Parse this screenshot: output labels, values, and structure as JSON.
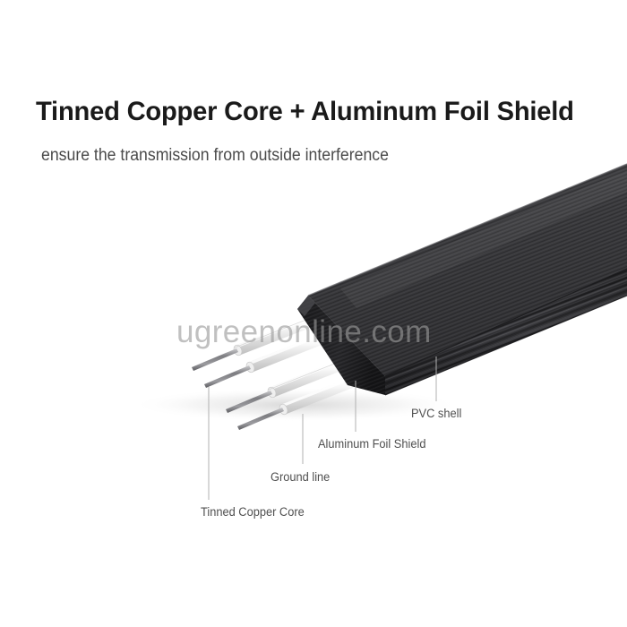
{
  "heading": {
    "title": "Tinned Copper Core + Aluminum Foil Shield",
    "subtitle": "ensure the transmission from outside interference"
  },
  "watermark": {
    "text": "ugreenonline.com",
    "color": "#9a9a9a"
  },
  "illustration": {
    "name": "flat-ethernet-cable-cutaway",
    "jacket_color": "#3a3a3c",
    "jacket_edge_color": "#1e1e20",
    "foil_color": "#c9ccd0",
    "insulation_color": "#f2f2f2",
    "conductor_color": "#8d8d90"
  },
  "callouts": [
    {
      "id": "tinned-copper-core",
      "label": "Tinned Copper Core"
    },
    {
      "id": "ground-line",
      "label": "Ground line"
    },
    {
      "id": "aluminum-foil-shield",
      "label": "Aluminum Foil Shield"
    },
    {
      "id": "pvc-shell",
      "label": "PVC shell"
    }
  ],
  "colors": {
    "background": "#ffffff",
    "title_text": "#1a1a1a",
    "subtitle_text": "#4a4a4a",
    "callout_text": "#4f4f4f",
    "leader_line": "#b0b0b0"
  }
}
